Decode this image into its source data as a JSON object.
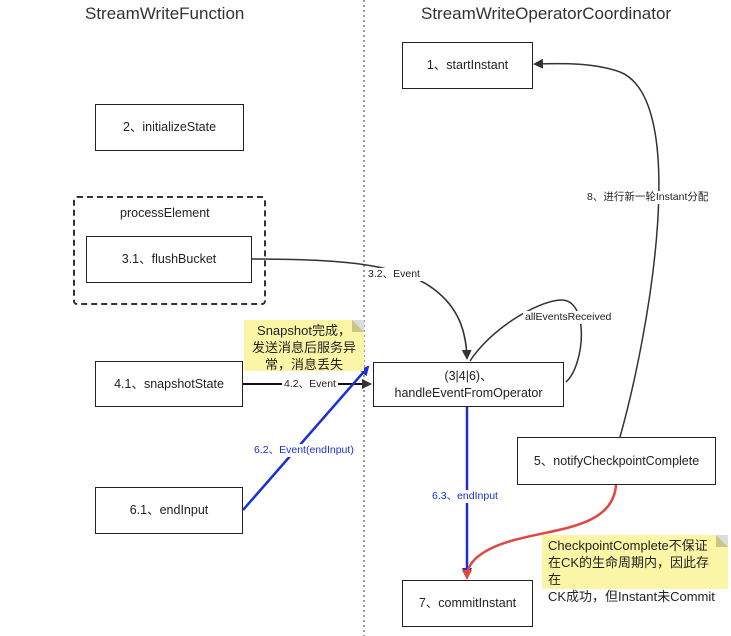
{
  "titles": {
    "left": "StreamWriteFunction",
    "right": "StreamWriteOperatorCoordinator"
  },
  "nodes": {
    "start_instant": "1、startInstant",
    "initialize_state": "2、initializeState",
    "process_element_group": "processElement",
    "flush_bucket": "3.1、flushBucket",
    "snapshot_state": "4.1、snapshotState",
    "end_input": "6.1、endInput",
    "handle_event_line1": "(3|4|6)、",
    "handle_event_line2": "handleEventFromOperator",
    "notify_checkpoint": "5、notifyCheckpointComplete",
    "commit_instant": "7、commitInstant"
  },
  "edge_labels": {
    "event_32": "3.2、Event",
    "event_42": "4.2、Event",
    "event_62": "6.2、Event(endInput)",
    "end_input_63": "6.3、endInput",
    "all_events_received": "allEventsReceived",
    "new_instant": "8、进行新一轮Instant分配"
  },
  "notes": {
    "snapshot_note_line1": "Snapshot完成，",
    "snapshot_note_line2": "发送消息后服务异",
    "snapshot_note_line3": "常，消息丢失",
    "checkpoint_note_line1": "CheckpointComplete不保证",
    "checkpoint_note_line2": "在CK的生命周期内，因此存在",
    "checkpoint_note_line3": "CK成功，但Instant未Commit"
  },
  "colors": {
    "black_edge": "#333333",
    "blue_edge": "#1a2fd6",
    "red_edge": "#e0483e",
    "note_bg": "#fbf6a6"
  }
}
